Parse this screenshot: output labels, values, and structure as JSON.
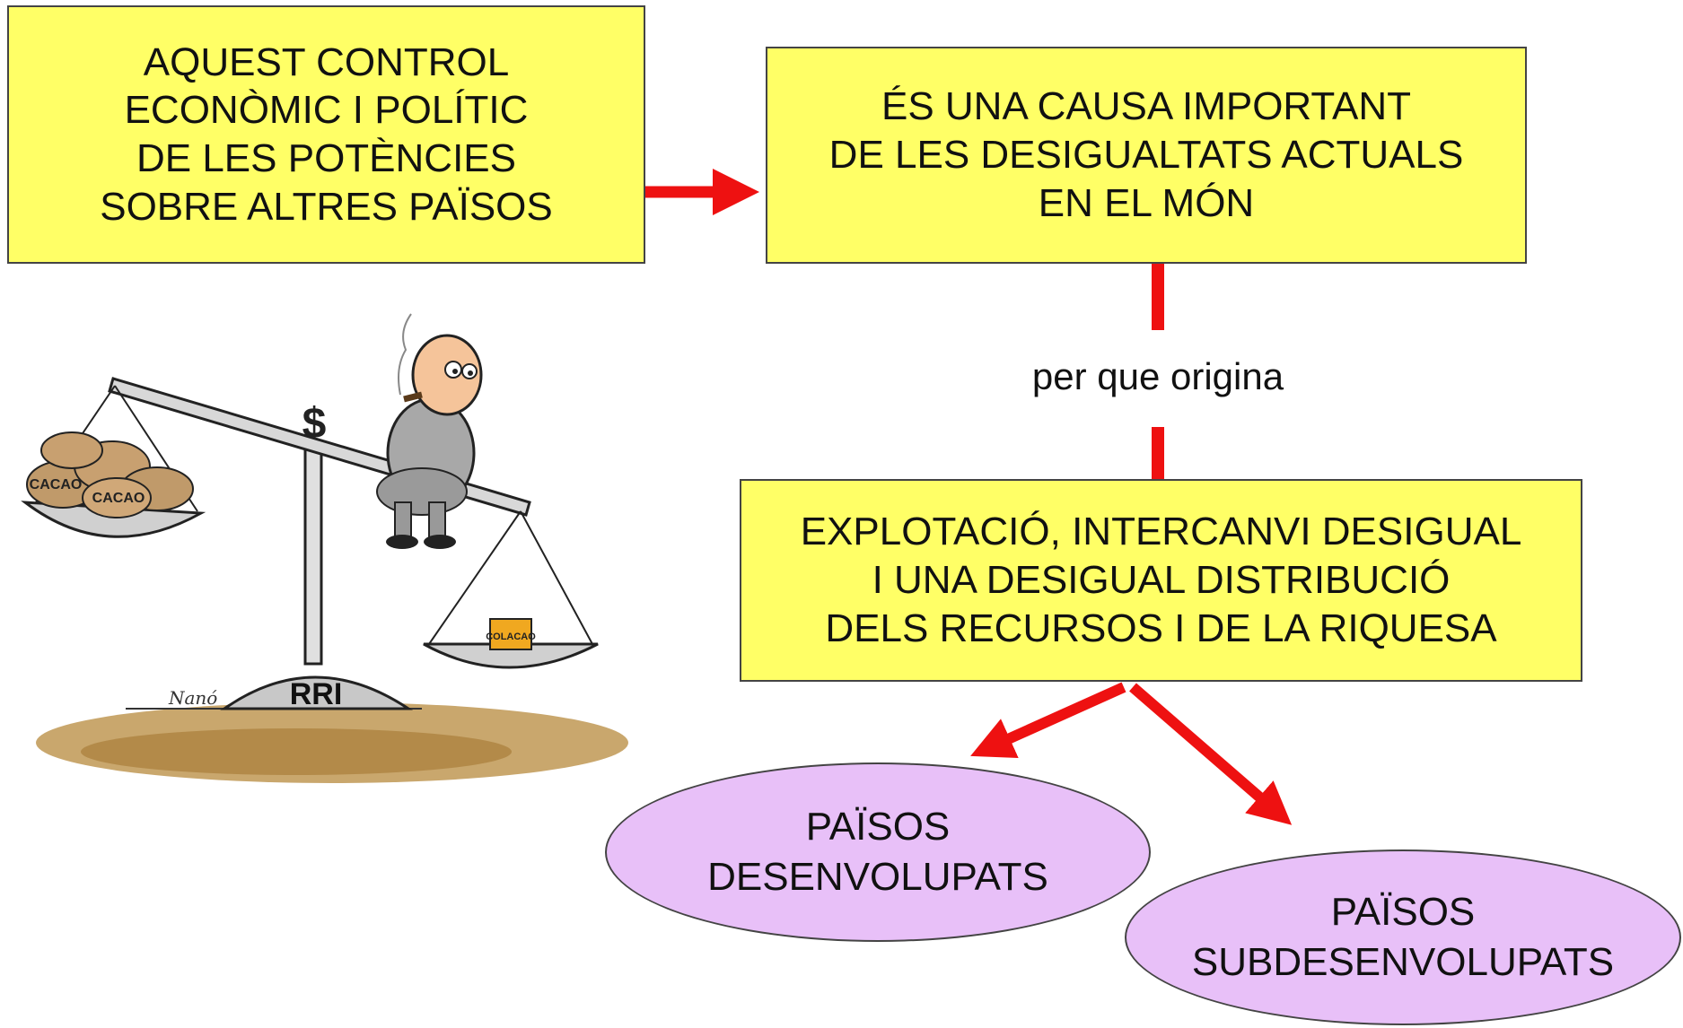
{
  "boxes": {
    "control": {
      "lines": [
        "AQUEST CONTROL",
        "ECONÒMIC I POLÍTIC",
        "DE LES POTÈNCIES",
        "SOBRE ALTRES PAÏSOS"
      ]
    },
    "causa": {
      "lines": [
        "ÉS UNA CAUSA IMPORTANT",
        "DE LES DESIGUALTATS ACTUALS",
        "EN EL MÓN"
      ]
    },
    "explotacio": {
      "lines": [
        "EXPLOTACIÓ, INTERCANVI DESIGUAL",
        "I UNA DESIGUAL DISTRIBUCIÓ",
        "DELS RECURSOS I DE LA RIQUESA"
      ]
    }
  },
  "connector_label": "per que origina",
  "ellipses": {
    "desenvolupats": {
      "lines": [
        "PAÏSOS",
        "DESENVOLUPATS"
      ]
    },
    "subdesenvolupats": {
      "lines": [
        "PAÏSOS",
        "SUBDESENVOLUPATS"
      ]
    }
  },
  "illustration": {
    "sack_label": "CACAO",
    "jar_label": "COLACAO",
    "base_label": "RRI",
    "symbol": "$",
    "signature": "Nanó"
  },
  "colors": {
    "box_fill": "#ffff66",
    "ellipse_fill": "#e8c0f8",
    "arrow": "#ee1111"
  }
}
